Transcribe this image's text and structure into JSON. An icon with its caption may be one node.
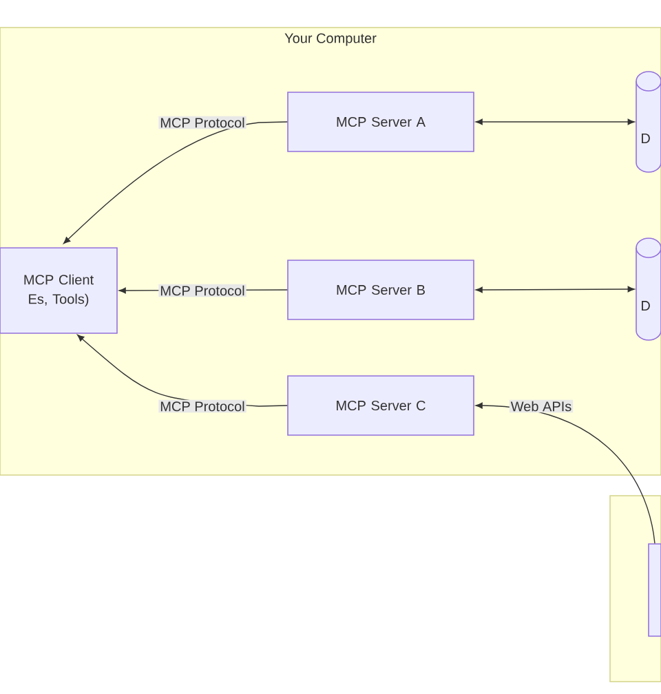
{
  "diagram": {
    "nodes": [
      {
        "text": [
          "Your Computer"
        ]
      },
      {
        "text": [
          "MCP Client Es, Tools)"
        ],
        "in": 0
      },
      {
        "text": [
          "MCP Server A"
        ],
        "in": 0
      },
      {
        "text": [
          "MCP Server B"
        ],
        "in": 0
      },
      {
        "text": [
          "MCP Server C"
        ],
        "in": 0
      },
      {
        "text": [
          "D"
        ],
        "in": 0
      },
      {
        "text": [
          "D"
        ],
        "in": 0
      },
      {
        "text": [],
        "shape": "box"
      },
      {
        "text": [],
        "shape": "box",
        "in": 7
      }
    ],
    "edges": [
      {
        "from": 2,
        "to": 1,
        "arrow": "to",
        "label": "MCP Protocol"
      },
      {
        "from": 3,
        "to": 1,
        "arrow": "to",
        "label": "MCP Protocol"
      },
      {
        "from": 4,
        "to": 1,
        "arrow": "to",
        "label": "MCP Protocol"
      },
      {
        "from": 2,
        "to": 5,
        "arrow": "both"
      },
      {
        "from": 3,
        "to": 6,
        "arrow": "both"
      },
      {
        "from": 8,
        "to": 4,
        "arrow": "to",
        "label": "Web APIs"
      }
    ]
  }
}
